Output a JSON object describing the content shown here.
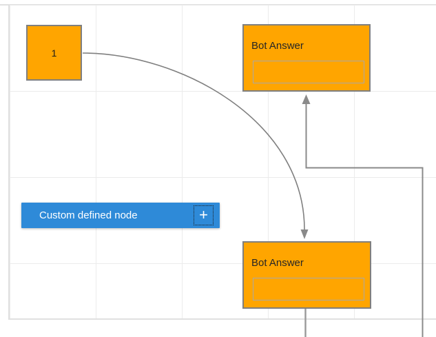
{
  "diagram": {
    "background": "#ffffff",
    "grid_color": "#ebebeb",
    "page_border_color": "#e0e0e0"
  },
  "colors": {
    "node_fill": "#FFA500",
    "node_border": "#7f7f7f",
    "field_border": "#a8a8a8",
    "accent_blue": "#2E8AD8",
    "connector_gray": "#848484",
    "node_text": "#262626",
    "custom_node_text": "#ffffff"
  },
  "nodes": {
    "start_node": {
      "label": "1"
    },
    "bot_answer_top": {
      "title": "Bot Answer",
      "field_value": ""
    },
    "bot_answer_bottom": {
      "title": "Bot Answer",
      "field_value": ""
    },
    "custom_node": {
      "label": "Custom defined node",
      "icon": "add-icon",
      "icon_glyph": "+"
    }
  },
  "connectors": [
    {
      "name": "curved-connector",
      "from": "start_node",
      "to": "bot_answer_bottom",
      "style": "bezier",
      "arrow": "target"
    },
    {
      "name": "elbow-connector",
      "from": "bot_answer_bottom",
      "to": "bot_answer_top",
      "style": "orthogonal",
      "arrow": "target"
    }
  ]
}
